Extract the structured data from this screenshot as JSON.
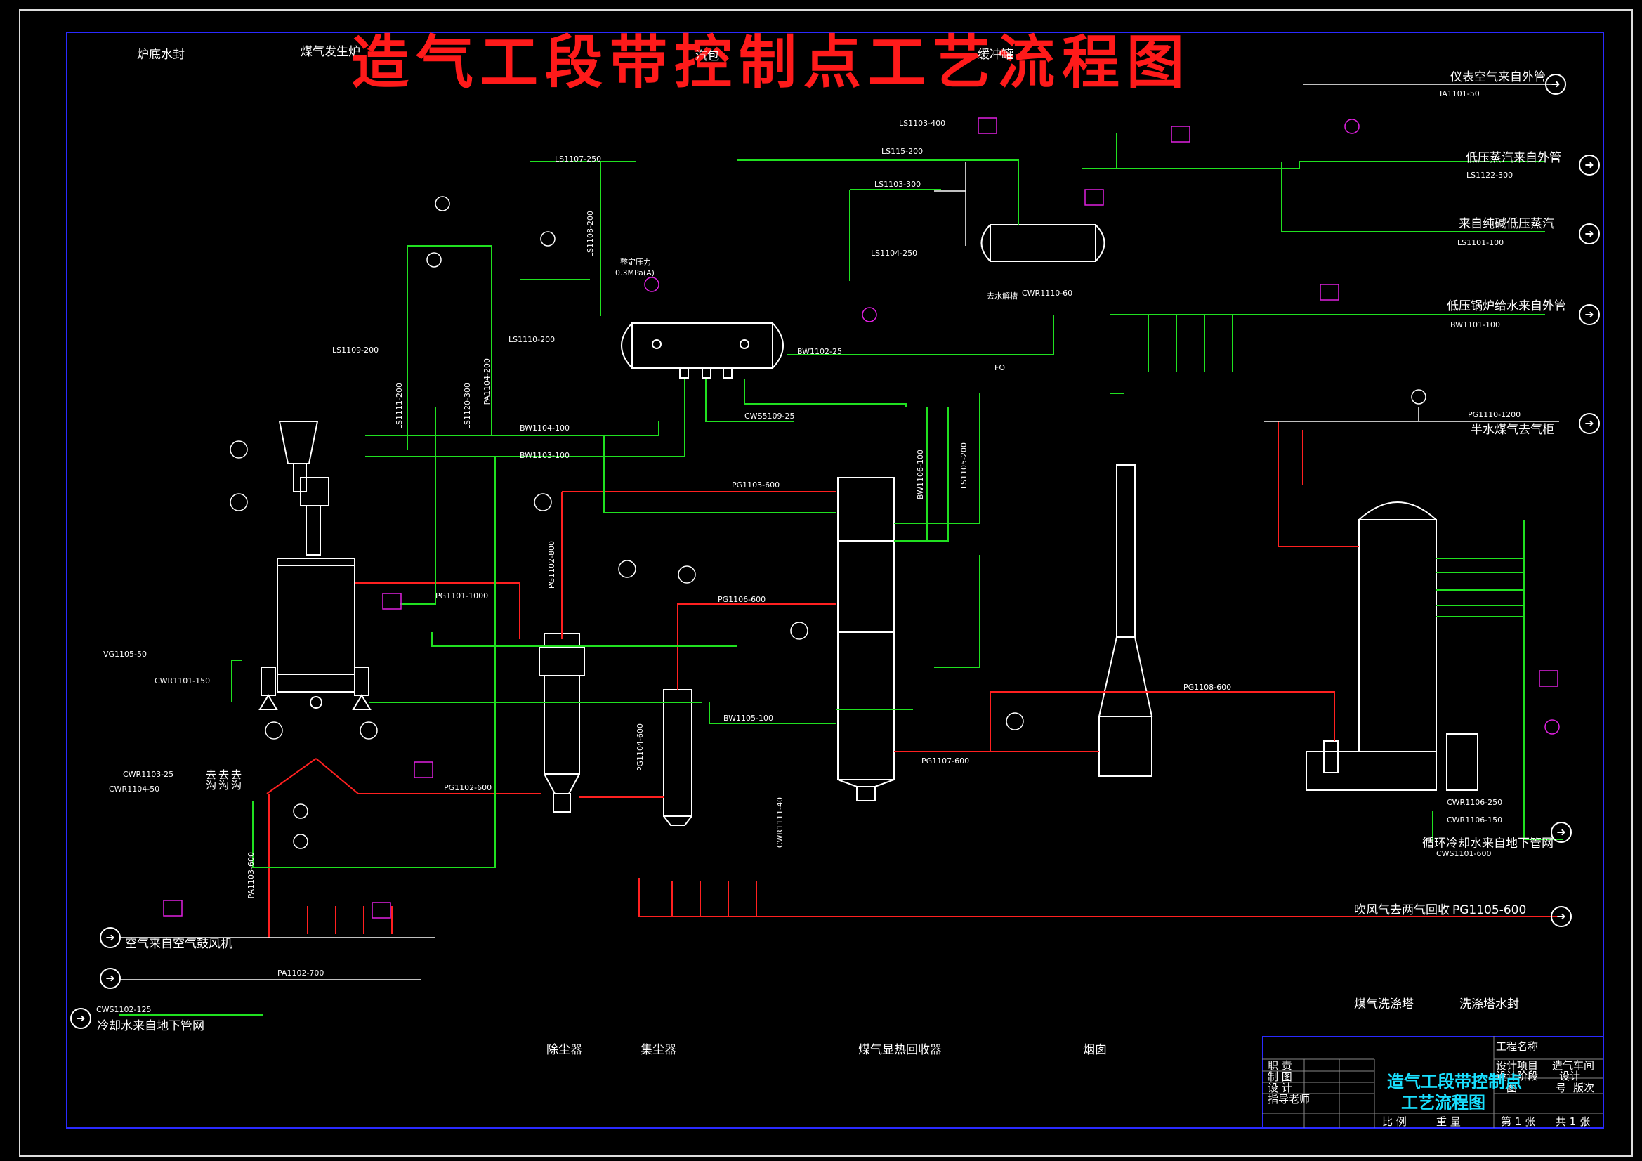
{
  "title": "造气工段带控制点工艺流程图",
  "equipment_labels": {
    "furnace_seal": "炉底水封",
    "gas_generator": "煤气发生炉",
    "steam_drum": "汽包",
    "buffer_tank": "缓冲罐",
    "dust_remover": "除尘器",
    "dust_collector": "集尘器",
    "heat_recovery": "煤气显热回收器",
    "chimney": "烟囱",
    "washer": "煤气洗涤塔",
    "washer_seal": "洗涤塔水封"
  },
  "stream_labels": {
    "instrument_air": "仪表空气来自外管",
    "lp_steam": "低压蒸汽来自外管",
    "soda_steam": "来自纯碱低压蒸汽",
    "boiler_water": "低压锅炉给水来自外管",
    "semi_water_gas": "半水煤气去气柜",
    "circ_cooling": "循环冷却水来自地下管网",
    "blow_gas": "吹风气去两气回收",
    "air_from_blower": "空气来自空气鼓风机",
    "cooling_water": "冷却水来自地下管网",
    "to_deaerator": "去水解槽",
    "set_pressure": "整定压力",
    "set_pressure_val": "0.3MPa(A)",
    "trench1": "去沟",
    "trench2": "去沟",
    "trench3": "去沟"
  },
  "line_codes": {
    "ia": "IA1101-50",
    "ls1122": "LS1122-300",
    "ls1101": "LS1101-100",
    "bw1101": "BW1101-100",
    "pg1110": "PG1110-1200",
    "cws1101": "CWS1101-600",
    "pg1105": "PG1105-600",
    "pa1102": "PA1102-700",
    "cws1102": "CWS1102-125",
    "ls1107": "LS1107-250",
    "ls1108": "LS1108-200",
    "ls1103_400": "LS1103-400",
    "ls115": "LS115-200",
    "ls1103_300": "LS1103-300",
    "ls1104": "LS1104-250",
    "ls1109": "LS1109-200",
    "ls1110": "LS1110-200",
    "ls1111": "LS1111-200",
    "ls1120": "LS1120-300",
    "pa1104": "PA1104-200",
    "bw1104": "BW1104-100",
    "bw1103": "BW1103-100",
    "bw1102": "BW1102-25",
    "cws5109": "CWS5109-25",
    "pg1103": "PG1103-600",
    "pg1101": "PG1101-1000",
    "pg1102": "PG1102-600",
    "pg1102_800": "PG1102-800",
    "pg1106": "PG1106-600",
    "pg1104": "PG1104-600",
    "bw1105": "BW1105-100",
    "pg1107": "PG1107-600",
    "pg1108": "PG1108-600",
    "cwr1111": "CWR1111-40",
    "bw1106": "BW1106-100",
    "ls1105": "LS1105-200",
    "vg1105": "VG1105-50",
    "cwr1101": "CWR1101-150",
    "cwr1103": "CWR1103-25",
    "cwr1104": "CWR1104-50",
    "cwr1106_250": "CWR1106-250",
    "cwr1106_150": "CWR1106-150",
    "cwr1110": "CWR1110-60",
    "pa1103": "PA1103-600",
    "fo": "FO"
  },
  "title_block": {
    "project_name": "工程名称",
    "design_project": "设计项目",
    "dept": "造气车间",
    "stage": "设计阶段",
    "design": "设计",
    "drawing_no": "图",
    "no": "号",
    "version": "版次",
    "position": "职  责",
    "drawn": "制  图",
    "designed": "设  计",
    "advisor": "指导老师",
    "scale": "比 例",
    "weight": "重 量",
    "sheet": "第 1 张",
    "total": "共 1 张",
    "title_line1": "造气工段带控制点",
    "title_line2": "工艺流程图"
  },
  "colors": {
    "background": "#000000",
    "process": "#ff2020",
    "water": "#20e020",
    "frame": "#2a2aff",
    "instrument": "#e020e0",
    "equipment": "#ffffff",
    "title_block": "#19e0ff"
  }
}
